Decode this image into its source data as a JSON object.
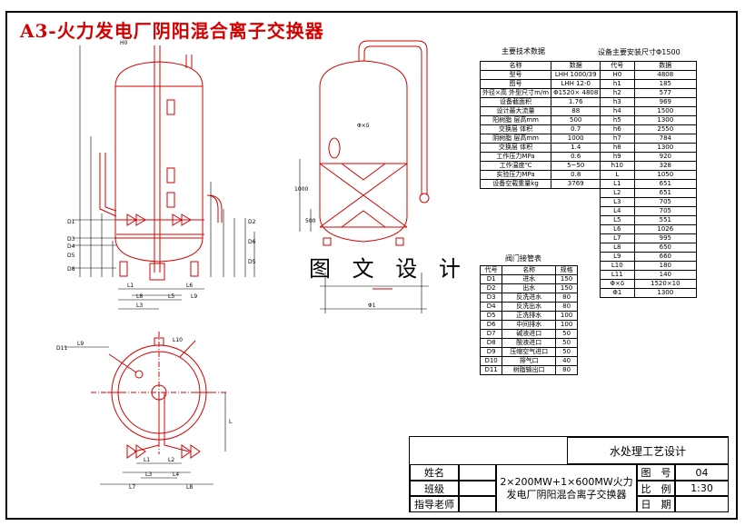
{
  "title": "A3-火力发电厂阴阳混合离子交换器",
  "watermark": "图 文 设 计",
  "tech_table": {
    "caption": "主要技术数据",
    "headers": [
      "名称",
      "数据"
    ],
    "rows": [
      [
        "型号",
        "LHH 1000/39"
      ],
      [
        "图号",
        "LHH 12-0"
      ],
      [
        "外径×高 外型尺寸m/m",
        "Φ1520× 4808"
      ],
      [
        "设备截面积",
        "1.76"
      ],
      [
        "设计最大流量",
        "88"
      ],
      [
        "阳树脂 层高mm",
        "500"
      ],
      [
        "交换层 体积",
        "0.7"
      ],
      [
        "阴树脂 层高mm",
        "1000"
      ],
      [
        "交换层 体积",
        "1.4"
      ],
      [
        "工作压力MPa",
        "0.6"
      ],
      [
        "工作温度℃",
        "5~50"
      ],
      [
        "实验压力MPa",
        "0.8"
      ],
      [
        "设备空载重量kg",
        "3769"
      ]
    ]
  },
  "pipe_table": {
    "caption": "阀门接管表",
    "headers": [
      "代号",
      "名称",
      "规格"
    ],
    "rows": [
      [
        "D1",
        "进水",
        "150"
      ],
      [
        "D2",
        "出水",
        "150"
      ],
      [
        "D3",
        "反洗进水",
        "80"
      ],
      [
        "D4",
        "反洗出水",
        "80"
      ],
      [
        "D5",
        "正洗排水",
        "100"
      ],
      [
        "D6",
        "中间排水",
        "100"
      ],
      [
        "D7",
        "碱液进口",
        "50"
      ],
      [
        "D8",
        "酸液进口",
        "50"
      ],
      [
        "D9",
        "压缩空气进口",
        "50"
      ],
      [
        "D10",
        "排气口",
        "40"
      ],
      [
        "D11",
        "树脂输出口",
        "80"
      ]
    ]
  },
  "dim_table": {
    "caption": "设备主要安装尺寸Φ1500",
    "headers": [
      "代号",
      "数据"
    ],
    "rows": [
      [
        "H0",
        "4808"
      ],
      [
        "h1",
        "185"
      ],
      [
        "h2",
        "577"
      ],
      [
        "h3",
        "969"
      ],
      [
        "h4",
        "1500"
      ],
      [
        "h5",
        "1300"
      ],
      [
        "h6",
        "2550"
      ],
      [
        "h7",
        "784"
      ],
      [
        "h8",
        "1300"
      ],
      [
        "h9",
        "920"
      ],
      [
        "h10",
        "328"
      ],
      [
        "L",
        "1050"
      ],
      [
        "L1",
        "651"
      ],
      [
        "L2",
        "651"
      ],
      [
        "L3",
        "705"
      ],
      [
        "L4",
        "705"
      ],
      [
        "L5",
        "551"
      ],
      [
        "L6",
        "1026"
      ],
      [
        "L7",
        "995"
      ],
      [
        "L8",
        "650"
      ],
      [
        "L9",
        "660"
      ],
      [
        "L10",
        "180"
      ],
      [
        "L11",
        "140"
      ],
      [
        "Φ×δ",
        "1520×10"
      ],
      [
        "Φ1",
        "1300"
      ]
    ]
  },
  "title_block": {
    "project": "水处理工艺设计",
    "name_label": "姓名",
    "class_label": "班级",
    "teacher_label": "指导老师",
    "drawing_title": "2×200MW+1×600MW火力发电厂阴阳混合离子交换器",
    "fig_no_label": "图　号",
    "fig_no": "04",
    "scale_label": "比　例",
    "scale": "1:30",
    "date_label": "日　期"
  },
  "drawing_labels": {
    "h0": "H0",
    "left_codes": [
      "D1",
      "D3",
      "D4",
      "D5",
      "D8"
    ],
    "right_codes": [
      "D2",
      "D6",
      "D5"
    ],
    "bottom_dims": [
      "L1",
      "L8",
      "L3",
      "L5",
      "L6",
      "L9"
    ],
    "plan_labels": [
      "D11",
      "L9",
      "L10",
      "L",
      "L1",
      "L2",
      "L4",
      "L3",
      "L7",
      "L8"
    ],
    "section_labels": [
      "Φ×δ",
      "1000",
      "500",
      "Φ1"
    ]
  }
}
